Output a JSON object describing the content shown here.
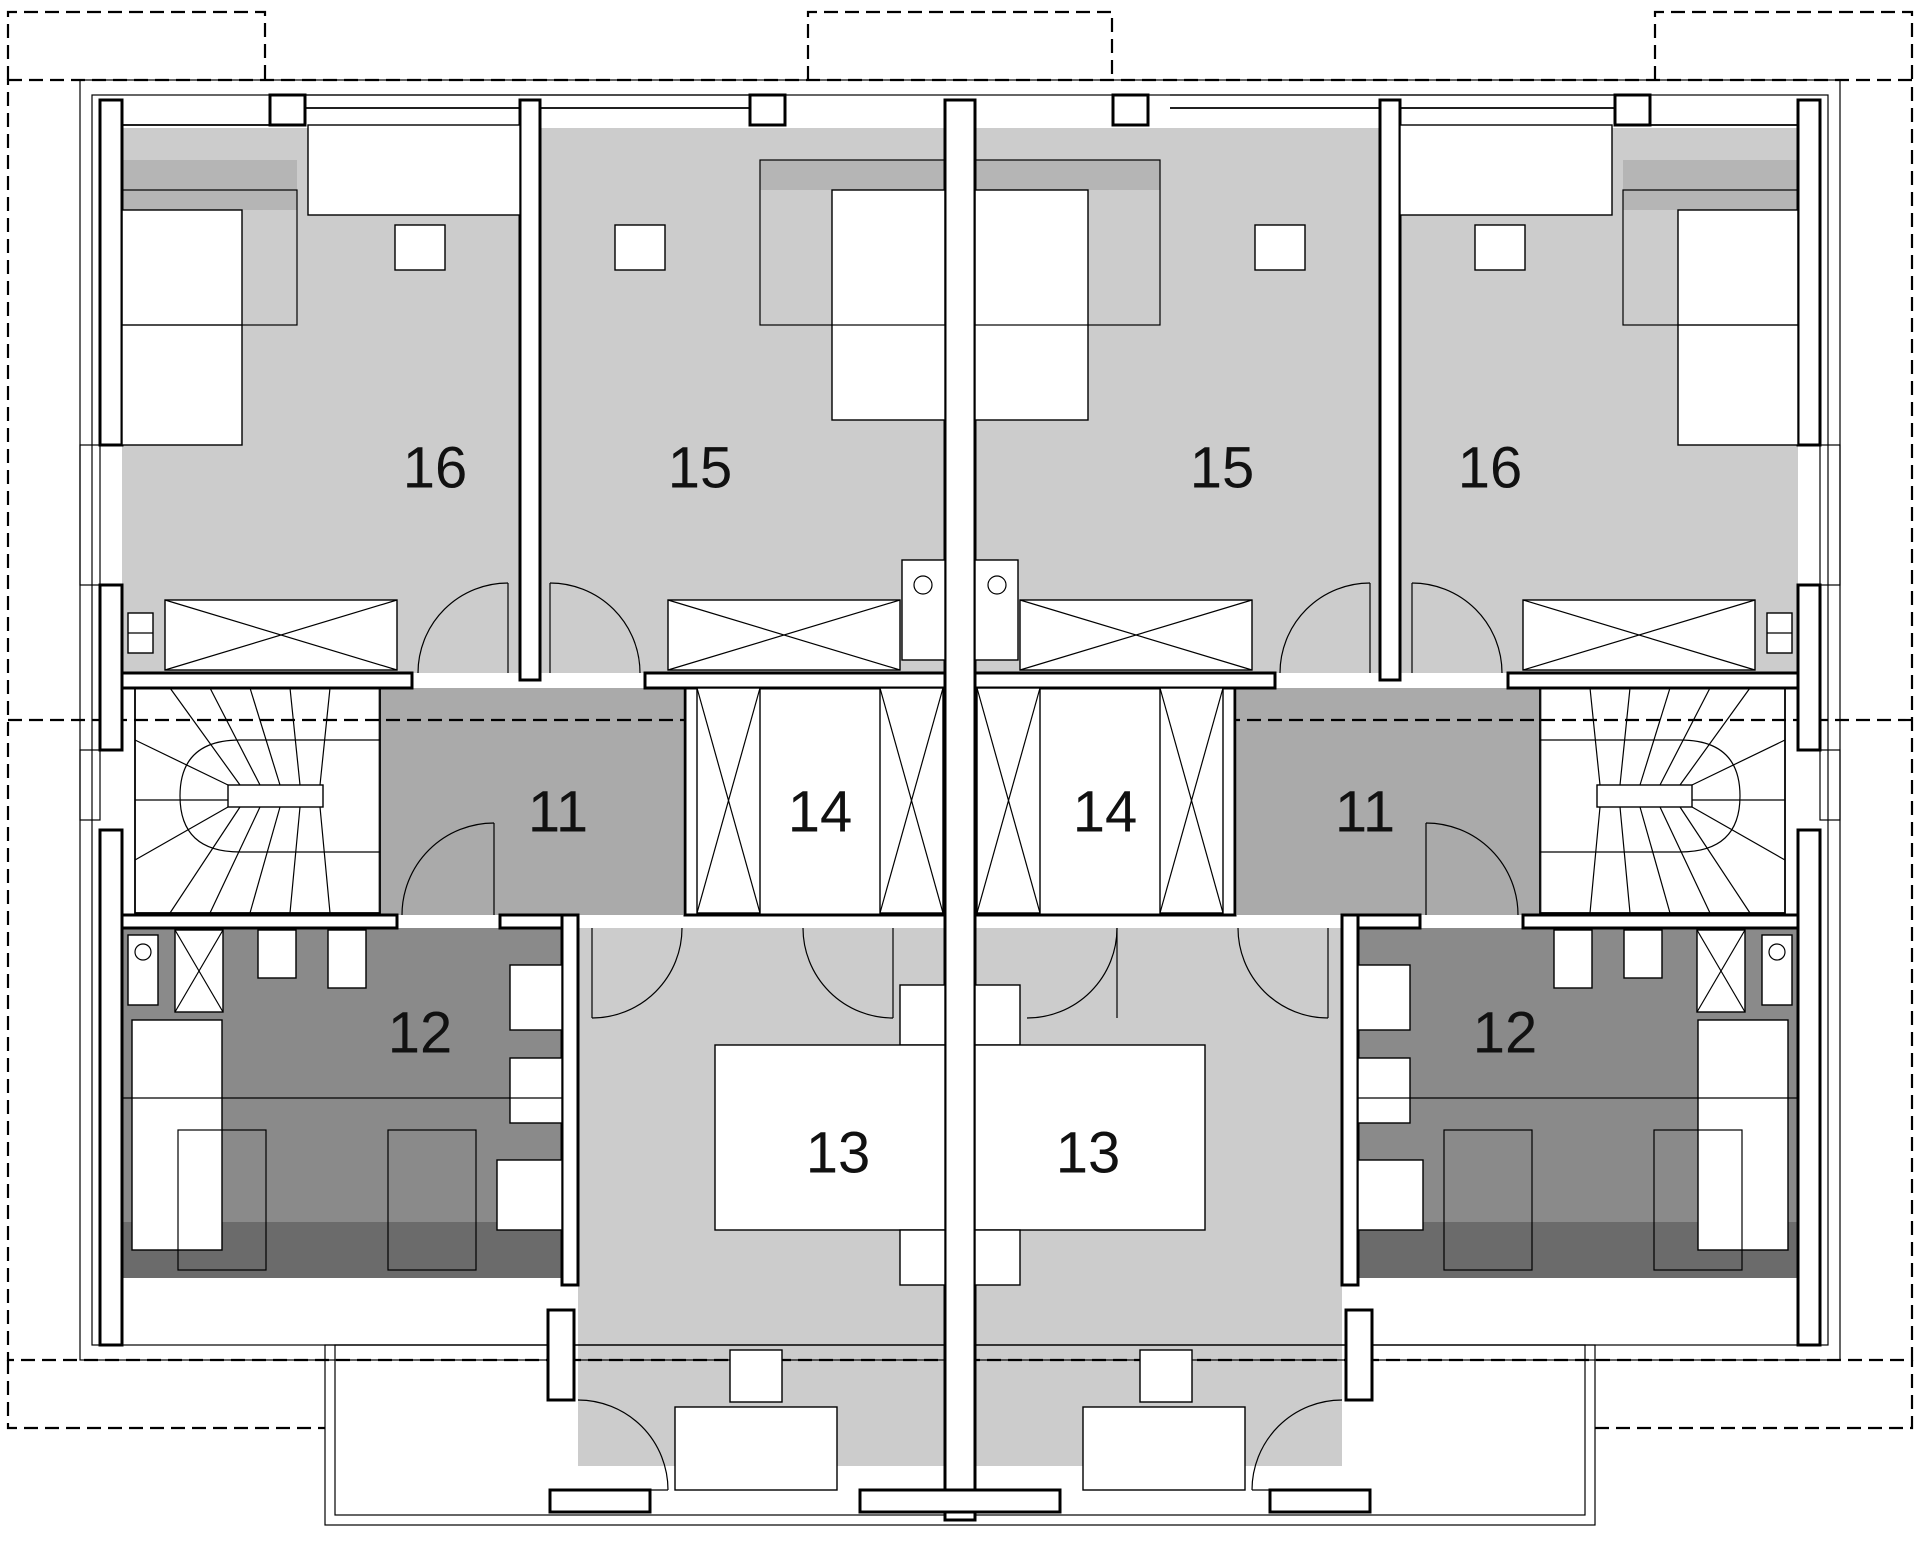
{
  "plan": {
    "colors": {
      "room_light": "#cccccc",
      "room_mid": "#aaaaaa",
      "room_dark": "#8a8a8a",
      "room_darkest": "#6b6b6b",
      "wall": "#000000",
      "background": "#ffffff"
    },
    "rooms": [
      {
        "id": "bedroom-16-left",
        "label": "16"
      },
      {
        "id": "bedroom-15-left",
        "label": "15"
      },
      {
        "id": "bedroom-15-right",
        "label": "15"
      },
      {
        "id": "bedroom-16-right",
        "label": "16"
      },
      {
        "id": "hall-11-left",
        "label": "11"
      },
      {
        "id": "closet-14-left",
        "label": "14"
      },
      {
        "id": "closet-14-right",
        "label": "14"
      },
      {
        "id": "hall-11-right",
        "label": "11"
      },
      {
        "id": "bathroom-12-left",
        "label": "12"
      },
      {
        "id": "bathroom-12-right",
        "label": "12"
      },
      {
        "id": "room-13-left",
        "label": "13"
      },
      {
        "id": "room-13-right",
        "label": "13"
      }
    ]
  }
}
